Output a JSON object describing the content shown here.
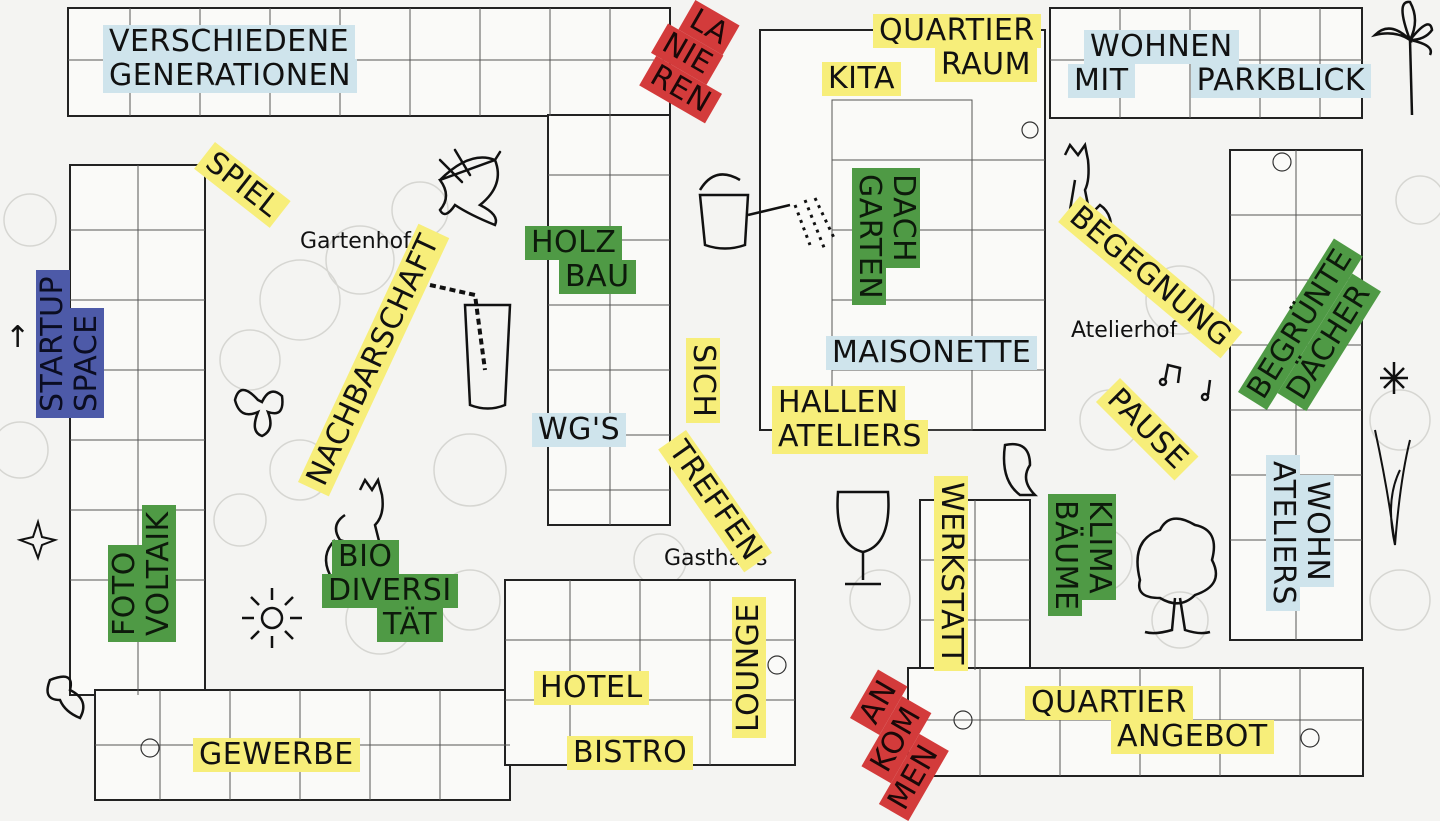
{
  "labels": {
    "verschiedene_generationen": [
      "VERSCHIEDENE",
      "GENERATIONEN"
    ],
    "spiel": "SPIEL",
    "startup_space": [
      "STARTUP",
      "SPACE"
    ],
    "nachbarschaft": "NACHBARSCHAFT",
    "holz_bau": [
      "HOLZ",
      "BAU"
    ],
    "wgs": "WG'S",
    "foto_voltaik": [
      "FOTO",
      "VOLTAIK"
    ],
    "bio_diversitaet": [
      "BIO",
      "DIVERSI",
      "TÄT"
    ],
    "gewerbe": "GEWERBE",
    "hotel": "HOTEL",
    "bistro": "BISTRO",
    "lounge": "LOUNGE",
    "la_nie_ren": [
      "LA",
      "NIE",
      "REN"
    ],
    "kita": "KITA",
    "quartier_raum": [
      "QUARTIER",
      "RAUM"
    ],
    "wohnen_mit_parkblick": [
      "WOHNEN",
      "MIT",
      "PARKBLICK"
    ],
    "dach_garten": [
      "DACH",
      "GARTEN"
    ],
    "maisonette": "MAISONETTE",
    "sich_treffen": [
      "SICH",
      "TREFFEN"
    ],
    "hallen_ateliers": [
      "HALLEN",
      "ATELIERS"
    ],
    "begegnung": "BEGEGNUNG",
    "begruente_daecher": [
      "BEGRÜNTE",
      "DÄCHER"
    ],
    "pause": "PAUSE",
    "wohn_ateliers": [
      "WOHN",
      "ATELIERS"
    ],
    "werkstatt": "WERKSTATT",
    "klima_baeume": [
      "KLIMA",
      "BÄUME"
    ],
    "an_kom_men": [
      "AN",
      "KOM",
      "MEN"
    ],
    "quartier_angebot": [
      "QUARTIER",
      "ANGEBOT"
    ]
  },
  "places": {
    "gartenhof": "Gartenhof",
    "atelierhof": "Atelierhof",
    "gasthaus": "Gasthaus"
  },
  "colors": {
    "yellow": "#f7ee7a",
    "blue": "#cfe4ec",
    "green": "#4f9a45",
    "red": "#d33b3b",
    "purple": "#4d5aa8"
  },
  "icons": [
    "bird-icon",
    "drink-glass-icon",
    "watering-can-icon",
    "cat-icon",
    "butterfly-icon",
    "flower-icon",
    "wine-glass-icon",
    "tree-icon",
    "music-notes-icon",
    "palm-icon",
    "star-icon",
    "arrow-up-icon"
  ]
}
